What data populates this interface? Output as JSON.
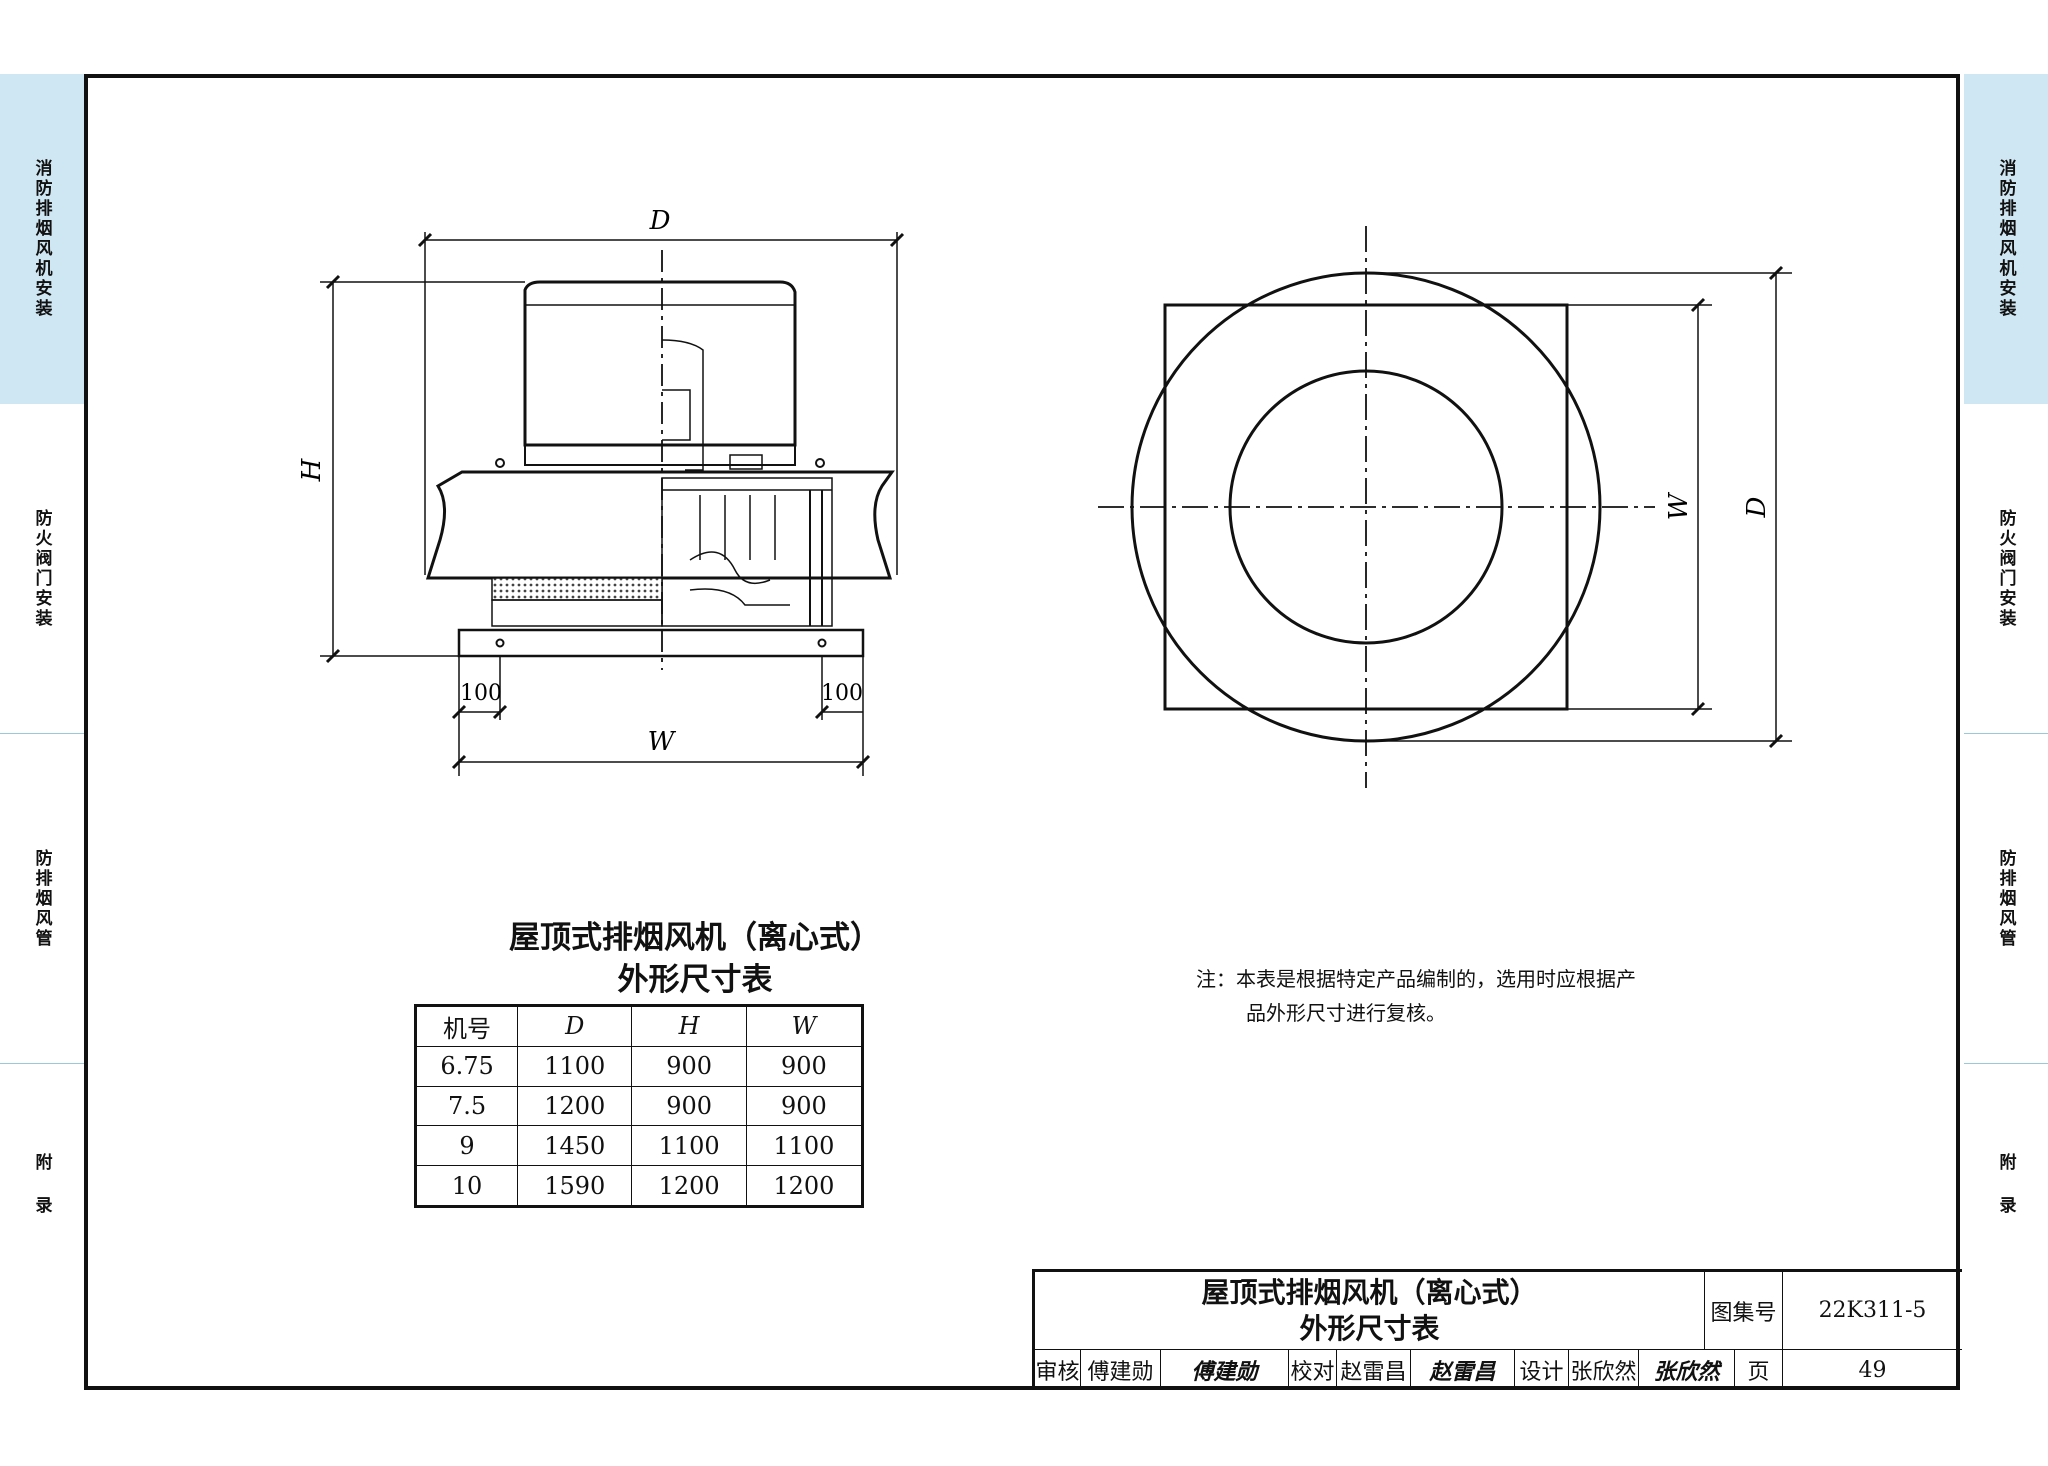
{
  "sidebar_left": [
    {
      "label": "消防排烟风机安装",
      "active": true
    },
    {
      "label": "防火阀门安装",
      "active": false
    },
    {
      "label": "防排烟风管",
      "active": false
    },
    {
      "label": "附  录",
      "active": false
    }
  ],
  "sidebar_right": [
    {
      "label": "消防排烟风机安装",
      "active": true
    },
    {
      "label": "防火阀门安装",
      "active": false
    },
    {
      "label": "防排烟风管",
      "active": false
    },
    {
      "label": "附  录",
      "active": false
    }
  ],
  "drawing": {
    "side_view": {
      "dim_D": "D",
      "dim_H": "H",
      "dim_W": "W",
      "offset_left": "100",
      "offset_right": "100"
    },
    "plan_view": {
      "dim_W": "W",
      "dim_D": "D"
    }
  },
  "caption": {
    "line1": "屋顶式排烟风机（离心式）",
    "line2": "外形尺寸表"
  },
  "table": {
    "headers": [
      "机号",
      "D",
      "H",
      "W"
    ],
    "rows": [
      [
        "6.75",
        "1100",
        "900",
        "900"
      ],
      [
        "7.5",
        "1200",
        "900",
        "900"
      ],
      [
        "9",
        "1450",
        "1100",
        "1100"
      ],
      [
        "10",
        "1590",
        "1200",
        "1200"
      ]
    ]
  },
  "note": {
    "line1": "注：本表是根据特定产品编制的，选用时应根据产",
    "line2": "品外形尺寸进行复核。"
  },
  "title_block": {
    "title_line1": "屋顶式排烟风机（离心式）",
    "title_line2": "外形尺寸表",
    "atlas_label": "图集号",
    "atlas_no": "22K311-5",
    "review_label": "审核",
    "reviewer": "傅建勋",
    "reviewer_sig": "傅建勋",
    "check_label": "校对",
    "checker": "赵雷昌",
    "checker_sig": "赵雷昌",
    "design_label": "设计",
    "designer": "张欣然",
    "designer_sig": "张欣然",
    "page_label": "页",
    "page_no": "49"
  },
  "colors": {
    "sidebar_active": "#cfe7f2",
    "line": "#111111"
  }
}
